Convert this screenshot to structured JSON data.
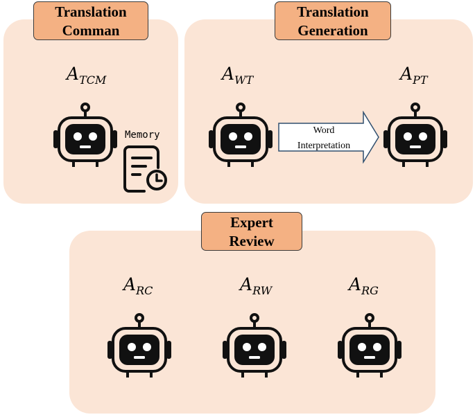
{
  "panels": {
    "translation_command": {
      "title_line1": "Translation",
      "title_line2": "Comman"
    },
    "translation_generation": {
      "title_line1": "Translation",
      "title_line2": "Generation"
    },
    "expert_review": {
      "title_line1": "Expert",
      "title_line2": "Review"
    }
  },
  "agents": {
    "tcm": {
      "main": "A",
      "sub": "TCM"
    },
    "wt": {
      "main": "A",
      "sub": "WT"
    },
    "pt": {
      "main": "A",
      "sub": "PT"
    },
    "rc": {
      "main": "A",
      "sub": "RC"
    },
    "rw": {
      "main": "A",
      "sub": "RW"
    },
    "rg": {
      "main": "A",
      "sub": "RG"
    }
  },
  "memory": {
    "label": "Memory"
  },
  "arrow": {
    "line1": "Word",
    "line2": "Interpretation"
  },
  "colors": {
    "panel_bg": "#fbe5d6",
    "header_bg": "#f4b183",
    "icon": "#111111"
  },
  "icons": {
    "agent": "robot-icon",
    "memory": "document-clock-icon",
    "flow": "right-arrow"
  }
}
